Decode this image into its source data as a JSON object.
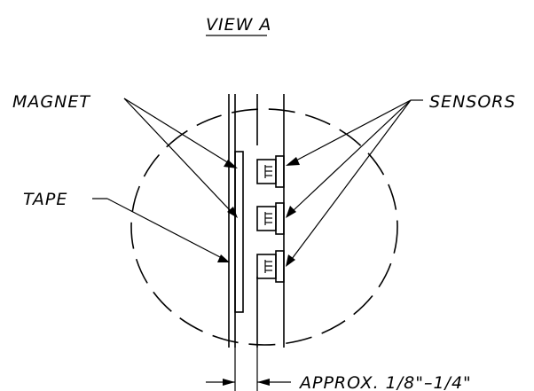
{
  "diagram": {
    "title": "VIEW A",
    "labels": {
      "magnet": "MAGNET",
      "tape": "TAPE",
      "sensors": "SENSORS",
      "gap": "APPROX. 1/8\"–1/4\""
    },
    "sensor_count": 3,
    "line_color": "#000000",
    "background_color": "#ffffff"
  }
}
